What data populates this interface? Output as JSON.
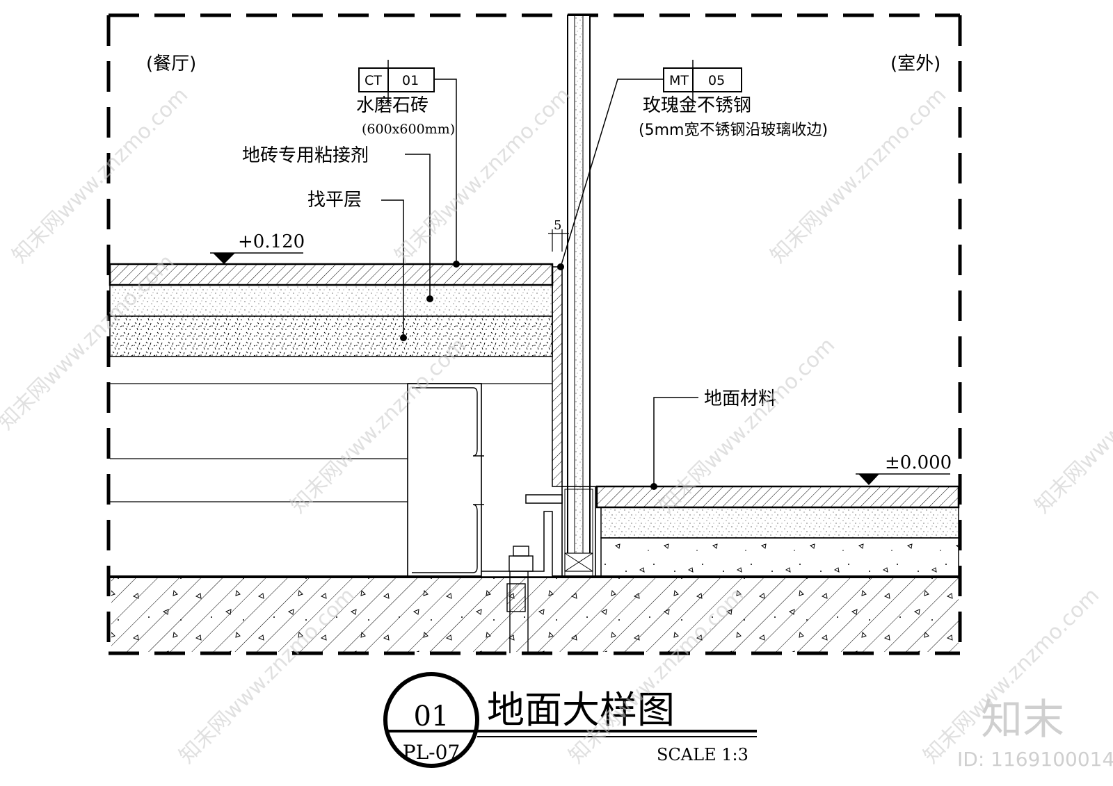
{
  "rooms": {
    "left": "(餐厅)",
    "right": "(室外)"
  },
  "tags": [
    {
      "code": "CT",
      "number": "01",
      "title": "水磨石砖",
      "subtitle": "(600x600mm)"
    },
    {
      "code": "MT",
      "number": "05",
      "title": "玫瑰金不锈钢",
      "subtitle": "(5mm宽不锈钢沿玻璃收边)"
    }
  ],
  "labels": {
    "adhesive": "地砖专用粘接剂",
    "leveling": "找平层",
    "floor_material": "地面材料"
  },
  "levels": {
    "left": "+0.120",
    "right": "±0.000"
  },
  "dimension": "5",
  "title_block": {
    "number": "01",
    "sheet": "PL-07",
    "title": "地面大样图",
    "scale": "SCALE 1:3"
  },
  "brand": {
    "logo": "知末",
    "id": "ID: 1169100014",
    "watermark": "知末网www.znzmo.com"
  }
}
